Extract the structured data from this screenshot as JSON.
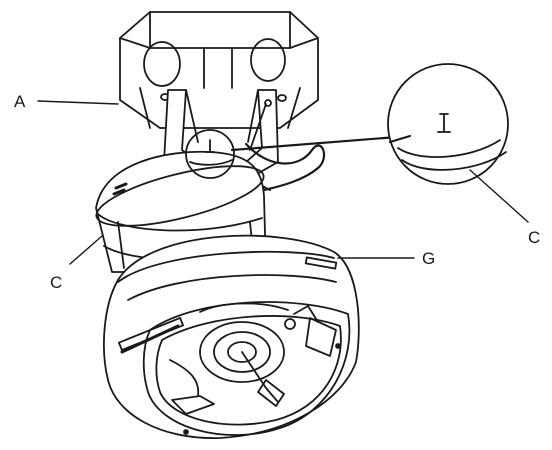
{
  "figure": {
    "callouts": {
      "a": "A",
      "c_left": "C",
      "c_right": "C",
      "g": "G"
    },
    "colors": {
      "line": "#1a1a1a",
      "dark_fill": "#2a2a2a",
      "body_fill": "#ffffff"
    }
  }
}
